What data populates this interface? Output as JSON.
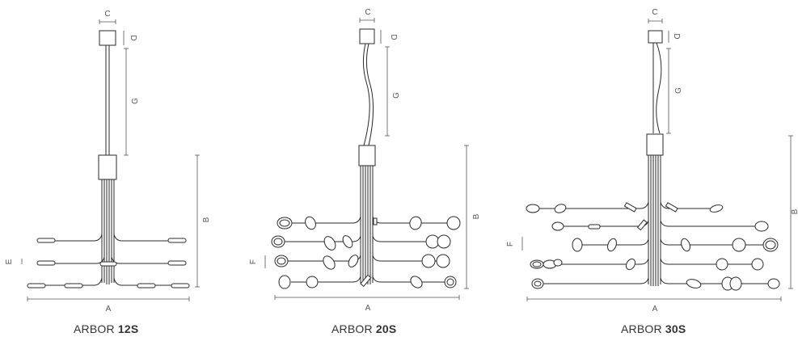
{
  "products": [
    {
      "id": "12S",
      "name_prefix": "ARBOR",
      "model": "12S",
      "dimensions": {
        "A": "A",
        "B": "B",
        "C": "C",
        "D": "D",
        "E": "E",
        "G": "G"
      }
    },
    {
      "id": "20S",
      "name_prefix": "ARBOR",
      "model": "20S",
      "dimensions": {
        "A": "A",
        "B": "B",
        "C": "C",
        "D": "D",
        "F": "F",
        "G": "G"
      }
    },
    {
      "id": "30S",
      "name_prefix": "ARBOR",
      "model": "30S",
      "dimensions": {
        "A": "A",
        "B": "B",
        "C": "C",
        "D": "D",
        "F": "F",
        "G": "G"
      }
    }
  ],
  "colors": {
    "line": "#2a2a2a",
    "dimension": "#555555",
    "background": "#ffffff"
  }
}
